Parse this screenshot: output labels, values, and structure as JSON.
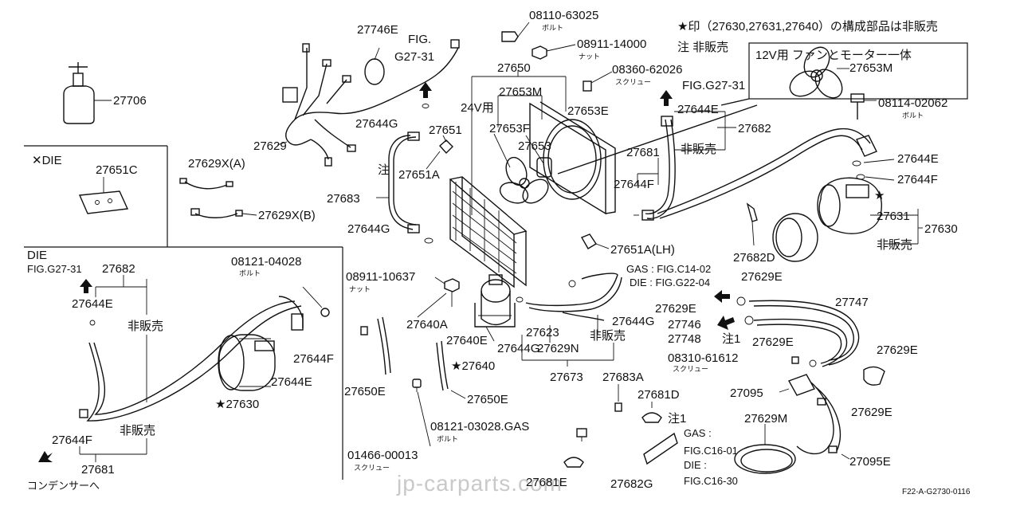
{
  "notes": {
    "top_note": "★印（27630,27631,27640）の構成部品は非販売",
    "not_sold_note": "注  非販売",
    "fan_box_title": "12V用  ファンとモーター一体"
  },
  "inset_die_bracket": {
    "title": "✕DIE",
    "part": "27651C"
  },
  "inset_die": {
    "title": "DIE",
    "fig": "FIG.G27-31"
  },
  "labels": {
    "p27706": "27706",
    "p27629": "27629",
    "p27746E": "27746E",
    "fig_top_a": "FIG.",
    "fig_top_b": "G27-31",
    "p27629XA": "27629X(A)",
    "p27629XB": "27629X(B)",
    "p27644G_a": "27644G",
    "p27651": "27651",
    "p27651A": "27651A",
    "chu": "注",
    "p27683": "27683",
    "p27644G_b": "27644G",
    "p08110": "08110-63025",
    "p08110_sub": "ボルト",
    "p08911a": "08911-14000",
    "p08911a_sub": "ナット",
    "p27650": "27650",
    "p27653M_a": "27653M",
    "v24": "24V用",
    "p27653F": "27653F",
    "p27653": "27653",
    "p27653E": "27653E",
    "p08360": "08360-62026",
    "p08360_sub": "スクリュー",
    "fig_right": "FIG.G27-31",
    "p27644E_top": "27644E",
    "p27682_top": "27682",
    "hanbai_top": "非販売",
    "p27681_top": "27681",
    "p27644F_top": "27644F",
    "p27653M_b": "27653M",
    "p08114": "08114-02062",
    "p08114_sub": "ボルト",
    "p27644E_r": "27644E",
    "p27644F_r": "27644F",
    "p27631": "27631",
    "p27630_r": "27630",
    "hanbai_r": "非販売",
    "p27682D": "27682D",
    "p27651ALH": "27651A(LH)",
    "gas_fig": "GAS : FIG.C14-02",
    "die_fig": "DIE : FIG.G22-04",
    "p27629E_a": "27629E",
    "p27629E_b": "27629E",
    "p27747": "27747",
    "p27746": "27746",
    "p27748": "27748",
    "chu1_a": "注1",
    "p27629E_c": "27629E",
    "p27629E_d": "27629E",
    "p08310": "08310-61612",
    "p08310_sub": "スクリュー",
    "p27095": "27095",
    "p27629E_e": "27629E",
    "p27629M": "27629M",
    "p27095E": "27095E",
    "p08911b": "08911-10637",
    "p08911b_sub": "ナット",
    "p27640A": "27640A",
    "p27640E": "27640E",
    "p27640": "★27640",
    "p27650E_a": "27650E",
    "p27650E_b": "27650E",
    "p27623": "27623",
    "p27644G_c": "27644G",
    "p27629N": "27629N",
    "p27644G_d": "27644G",
    "hanbai_mid": "非販売",
    "p27673": "27673",
    "p27683A": "27683A",
    "p08121b": "08121-03028.GAS",
    "p08121b_sub": "ボルト",
    "p01466": "01466-00013",
    "p01466_sub": "スクリュー",
    "p27681D": "27681D",
    "chu1_b": "注1",
    "gas2": "GAS :",
    "fig_c16_01": "FIG.C16-01",
    "die2": "DIE :",
    "fig_c16_30": "FIG.C16-30",
    "p27681E": "27681E",
    "p27682G": "27682G",
    "ref": "F22-A-G2730-0116",
    "watermark": "jp-carparts.com"
  },
  "die_labels": {
    "p27682": "27682",
    "p08121": "08121-04028",
    "p08121_sub": "ボルト",
    "p27644E_a": "27644E",
    "hanbai_a": "非販売",
    "p27644F": "27644F",
    "p27644E_b": "27644E",
    "p27630": "★27630",
    "p27644F_b": "27644F",
    "hanbai_b": "非販売",
    "p27681": "27681",
    "condenser": "コンデンサーへ"
  }
}
